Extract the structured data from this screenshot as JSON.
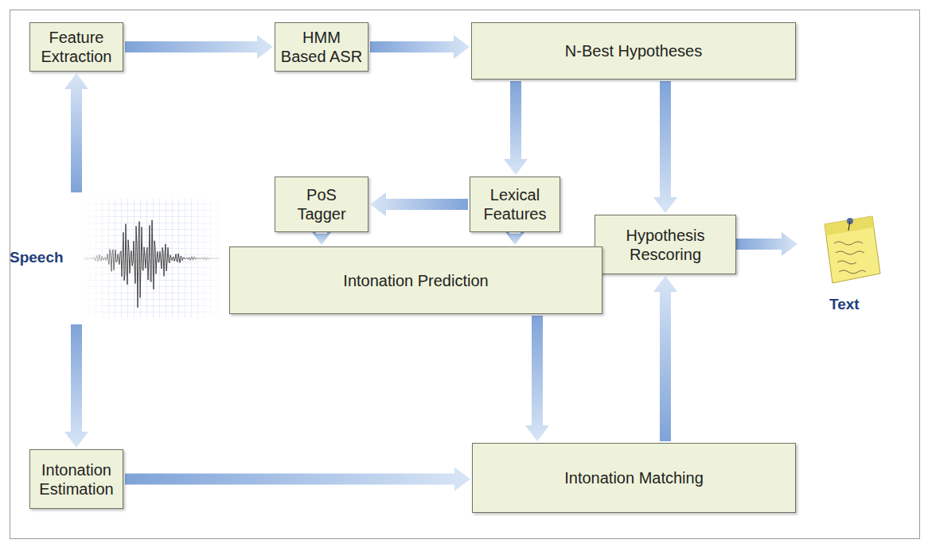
{
  "diagram": {
    "nodes": [
      {
        "text": [
          "Feature Extraction"
        ]
      },
      {
        "text": [
          "HMM Based ASR"
        ]
      },
      {
        "text": [
          "N-Best Hypotheses"
        ]
      },
      {
        "text": [
          "PoS Tagger"
        ]
      },
      {
        "text": [
          "Lexical Features"
        ]
      },
      {
        "text": [
          "Hypothesis Rescoring"
        ]
      },
      {
        "text": [
          "Intonation Prediction"
        ]
      },
      {
        "text": [
          "Intonation Estimation"
        ]
      },
      {
        "text": [
          "Intonation Matching"
        ]
      }
    ],
    "edges": [
      {
        "from": 0,
        "to": 1,
        "arrow": "to"
      },
      {
        "from": 1,
        "to": 2,
        "arrow": "to"
      },
      {
        "from": 2,
        "to": 4,
        "arrow": "to"
      },
      {
        "from": 2,
        "to": 5,
        "arrow": "to"
      },
      {
        "from": 4,
        "to": 3,
        "arrow": "to"
      },
      {
        "from": 3,
        "to": 6,
        "arrow": "to"
      },
      {
        "from": 4,
        "to": 6,
        "arrow": "to"
      },
      {
        "from": 6,
        "to": 8,
        "arrow": "to"
      },
      {
        "from": 7,
        "to": 8,
        "arrow": "to"
      },
      {
        "from": 8,
        "to": 5,
        "arrow": "to"
      }
    ],
    "labels": [
      "Speech",
      "Text"
    ]
  }
}
